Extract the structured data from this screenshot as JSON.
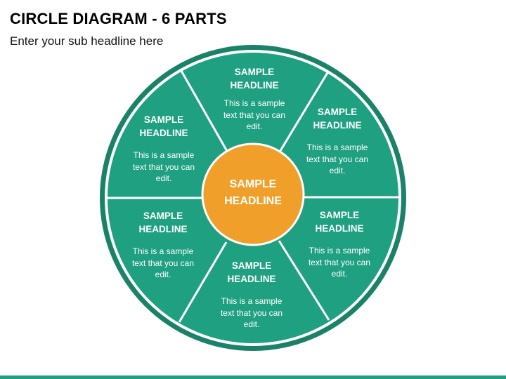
{
  "header": {
    "title": "CIRCLE DIAGRAM - 6 PARTS",
    "subtitle": "Enter your sub headline here"
  },
  "colors": {
    "segment": "#1fa080",
    "outer_ring": "#1a8268",
    "center": "#f0a02a",
    "divider": "#ffffff"
  },
  "diagram": {
    "center": {
      "label_line1": "SAMPLE",
      "label_line2": "HEADLINE"
    },
    "segments": [
      {
        "head1": "SAMPLE",
        "head2": "HEADLINE",
        "body1": "This is a sample",
        "body2": "text that you can",
        "body3": "edit."
      },
      {
        "head1": "SAMPLE",
        "head2": "HEADLINE",
        "body1": "This is a sample",
        "body2": "text that you can",
        "body3": "edit."
      },
      {
        "head1": "SAMPLE",
        "head2": "HEADLINE",
        "body1": "This is a sample",
        "body2": "text that you can",
        "body3": "edit."
      },
      {
        "head1": "SAMPLE",
        "head2": "HEADLINE",
        "body1": "This is a sample",
        "body2": "text that you can",
        "body3": "edit."
      },
      {
        "head1": "SAMPLE",
        "head2": "HEADLINE",
        "body1": "This is a sample",
        "body2": "text that you can",
        "body3": "edit."
      },
      {
        "head1": "SAMPLE",
        "head2": "HEADLINE",
        "body1": "This is a sample",
        "body2": "text that you can",
        "body3": "edit."
      }
    ]
  }
}
